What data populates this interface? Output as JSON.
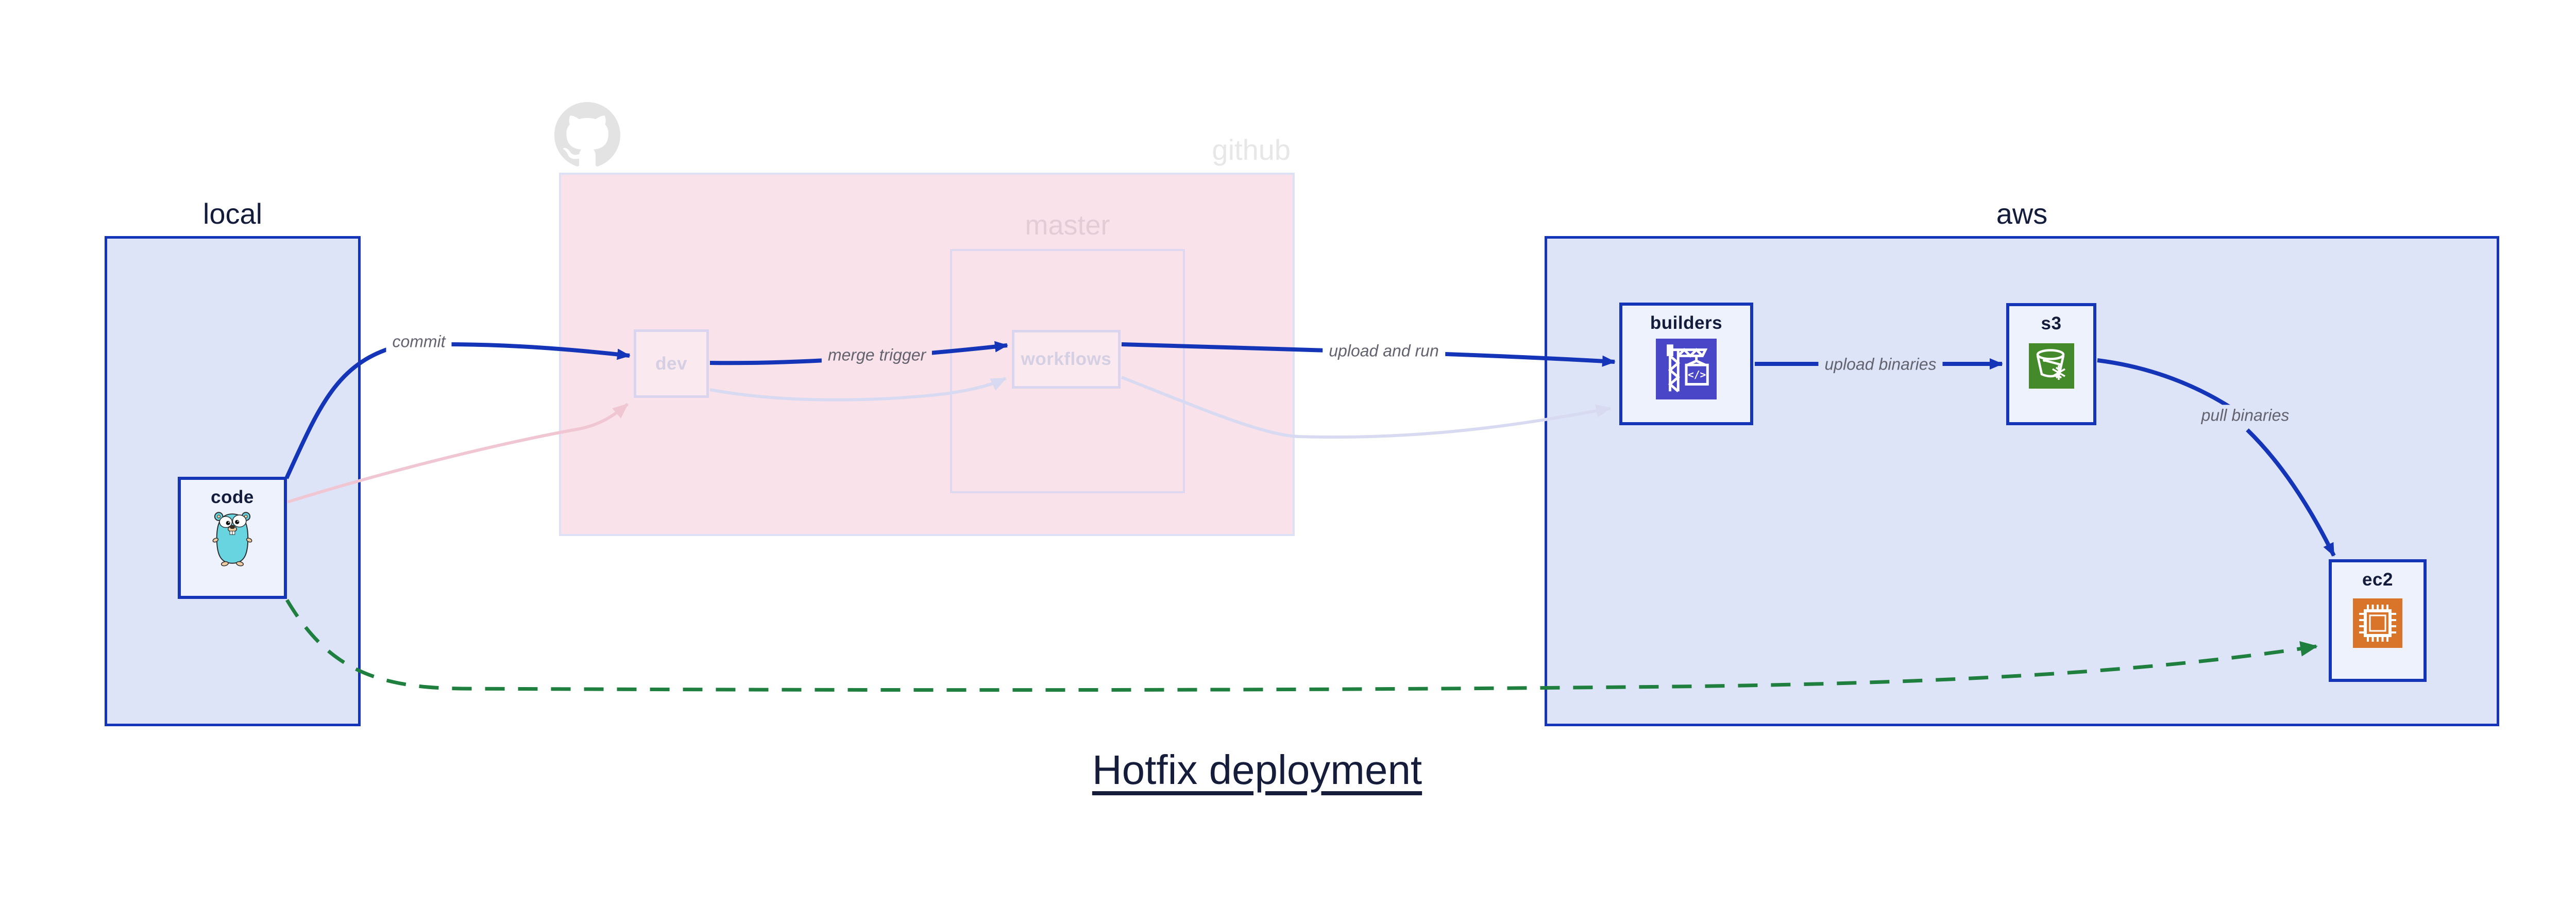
{
  "title": {
    "text": "Hotfix deployment"
  },
  "containers": {
    "local": {
      "label": "local"
    },
    "github": {
      "label": "github"
    },
    "master": {
      "label": "master"
    },
    "aws": {
      "label": "aws"
    }
  },
  "nodes": {
    "code": {
      "label": "code",
      "icon": "go-gopher-icon"
    },
    "dev": {
      "label": "dev"
    },
    "workflows": {
      "label": "workflows"
    },
    "builders": {
      "label": "builders",
      "icon": "codebuild-crane-icon",
      "icon_text": "</>",
      "icon_bg": "#4a46c8"
    },
    "s3": {
      "label": "s3",
      "icon": "s3-glacier-bucket-icon",
      "icon_bg": "#44892a"
    },
    "ec2": {
      "label": "ec2",
      "icon": "ec2-chip-icon",
      "icon_bg": "#d9752a"
    }
  },
  "edge_labels": {
    "commit": "commit",
    "merge_trigger": "merge trigger",
    "upload_and_run": "upload and run",
    "upload_binaries": "upload binaries",
    "pull_binaries": "pull binaries"
  },
  "colors": {
    "accent_blue": "#1535b8",
    "container_fill": "#dee4f8",
    "node_fill": "#eef2fc",
    "github_fill": "#f9e2e9",
    "faded_lavender_border": "#d9d5ee",
    "faded_lavender_edge": "#d8daf1",
    "faded_pink_edge": "#f0c6d3",
    "edge_label_gray": "#63636f",
    "hotfix_green": "#1f7f3f",
    "text_navy": "#141c3c",
    "codebuild_indigo": "#4a46c8",
    "s3_green": "#44892a",
    "ec2_orange": "#d9752a",
    "github_logo_gray": "#e3e3e3"
  }
}
